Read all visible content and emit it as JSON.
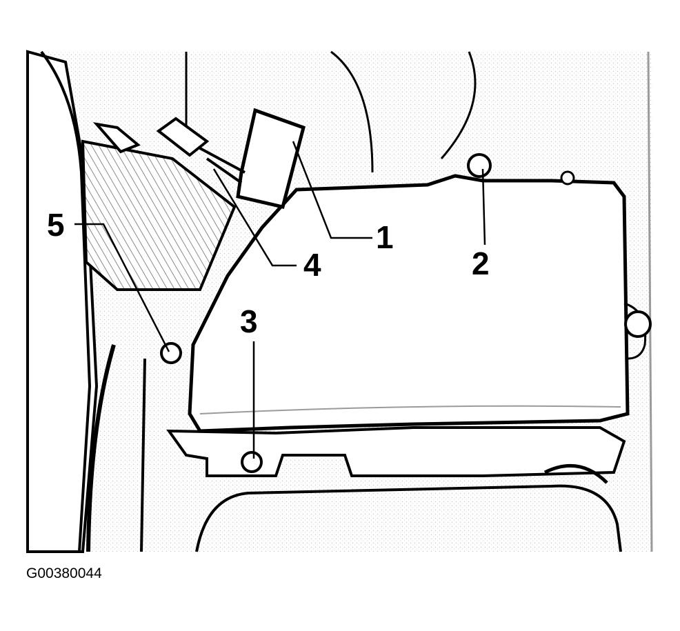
{
  "figure": {
    "callouts": [
      {
        "id": "1",
        "label": "1"
      },
      {
        "id": "2",
        "label": "2"
      },
      {
        "id": "3",
        "label": "3"
      },
      {
        "id": "4",
        "label": "4"
      },
      {
        "id": "5",
        "label": "5"
      }
    ],
    "code": "G00380044"
  },
  "colors": {
    "ink": "#000000",
    "paper": "#ffffff"
  }
}
